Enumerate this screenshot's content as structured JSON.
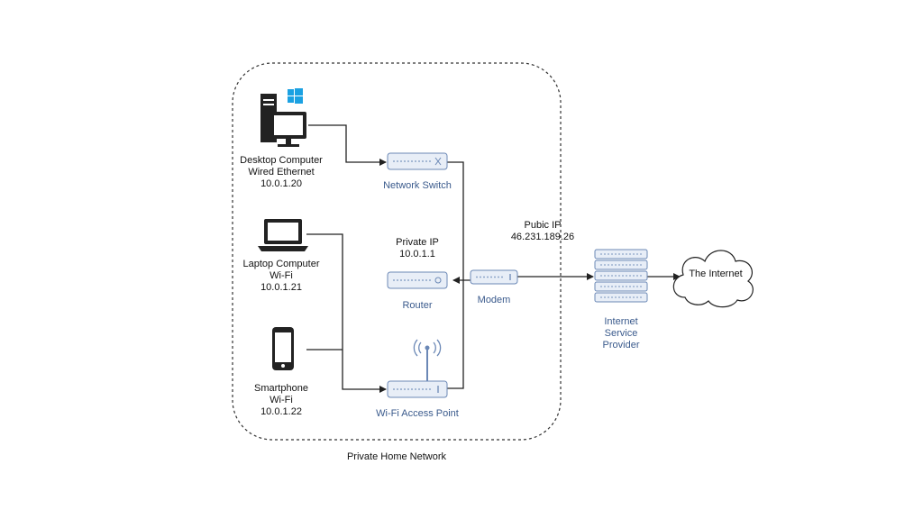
{
  "colors": {
    "line": "#222222",
    "device_fill": "#e8eef7",
    "device_stroke": "#6b88b6",
    "label_blue": "#3a5a8c",
    "windows_blue": "#1ba1e2"
  },
  "network_boundary": {
    "label": "Private Home Network"
  },
  "devices": {
    "desktop": {
      "icon": "desktop-computer-icon",
      "lines": [
        "Desktop Computer",
        "Wired Ethernet",
        "10.0.1.20"
      ]
    },
    "laptop": {
      "icon": "laptop-icon",
      "lines": [
        "Laptop Computer",
        "Wi-Fi",
        "10.0.1.21"
      ]
    },
    "smartphone": {
      "icon": "smartphone-icon",
      "lines": [
        "Smartphone",
        "Wi-Fi",
        "10.0.1.22"
      ]
    },
    "switch": {
      "icon": "network-switch-icon",
      "label": "Network Switch"
    },
    "router": {
      "icon": "router-icon",
      "label": "Router",
      "ip_title": "Private IP",
      "ip": "10.0.1.1"
    },
    "access_point": {
      "icon": "wifi-access-point-icon",
      "label": "Wi-Fi Access Point"
    },
    "modem": {
      "icon": "modem-icon",
      "label": "Modem"
    },
    "isp": {
      "icon": "server-rack-icon",
      "lines": [
        "Internet",
        "Service",
        "Provider"
      ]
    },
    "internet": {
      "icon": "cloud-icon",
      "label": "The Internet"
    }
  },
  "public_ip": {
    "title": "Pubic IP",
    "ip": "46.231.189.26"
  }
}
